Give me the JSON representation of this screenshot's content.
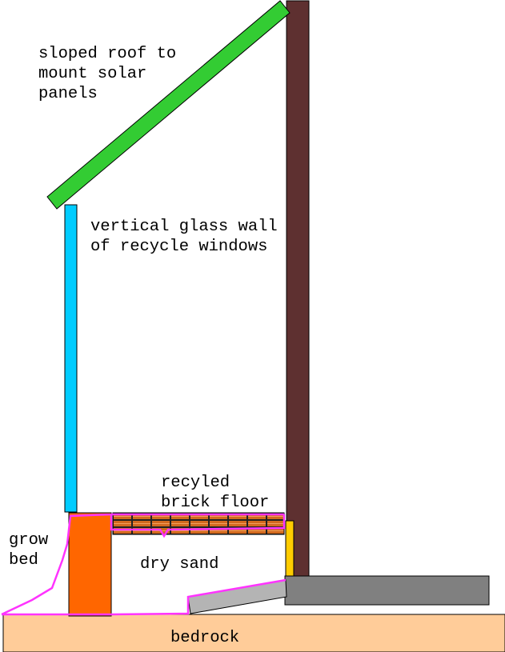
{
  "labels": {
    "roof": [
      "sloped roof to",
      "mount solar",
      "panels"
    ],
    "glass": [
      "vertical glass wall",
      "of recycle windows"
    ],
    "brick": [
      "recyled",
      "brick floor"
    ],
    "grow_bed": [
      "grow",
      "bed"
    ],
    "sand": "dry sand",
    "bedrock": "bedrock"
  },
  "colors": {
    "roof": "#33cc33",
    "back_wall": "#5e3030",
    "glass": "#00ccff",
    "grow_bed": "#ff6600",
    "brick": "#d2691e",
    "yellow_post": "#ffcc00",
    "slab": "#808080",
    "sloped_slab": "#b4b4b4",
    "bedrock": "#ffcc99",
    "outline": "#ff33ff"
  }
}
